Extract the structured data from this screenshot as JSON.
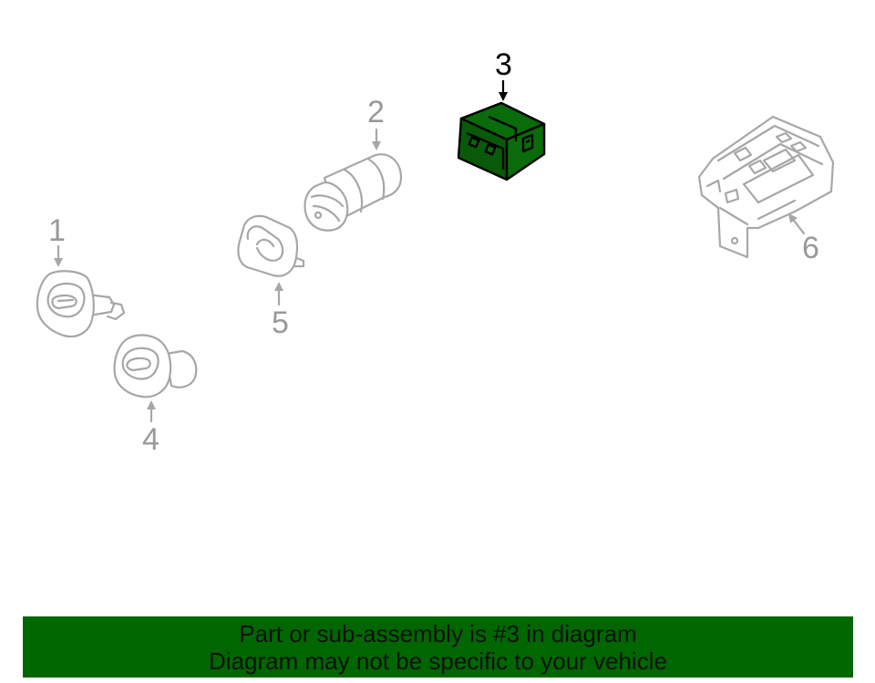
{
  "colors": {
    "highlight": "#006600",
    "part_stroke": "#a7a7a7",
    "callout_text": "#999999",
    "callout_active": "#000000",
    "banner_bg": "#006600",
    "banner_text": "#111111"
  },
  "callouts": [
    {
      "id": "1",
      "label": "1"
    },
    {
      "id": "2",
      "label": "2"
    },
    {
      "id": "3",
      "label": "3",
      "highlighted": true
    },
    {
      "id": "4",
      "label": "4"
    },
    {
      "id": "5",
      "label": "5"
    },
    {
      "id": "6",
      "label": "6"
    }
  ],
  "banner": {
    "line1": "Part or sub-assembly is #3 in diagram",
    "line2": "Diagram may not be specific to your vehicle"
  }
}
